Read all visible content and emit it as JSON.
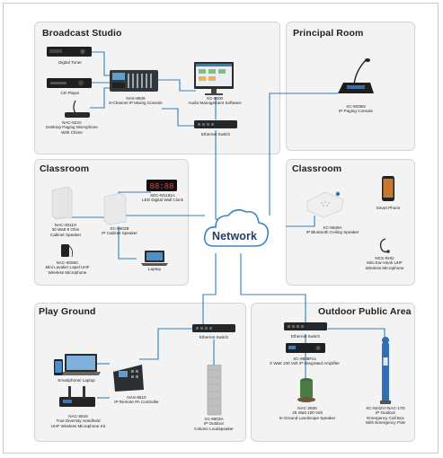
{
  "panels": {
    "broadcast_studio": "Broadcast Studio",
    "principal_room": "Principal Room",
    "classroom_left": "Classroom",
    "classroom_right": "Classroom",
    "play_ground": "Play Ground",
    "outdoor": "Outdoor Public Area"
  },
  "network_label": "Network",
  "devices": {
    "digital_tuner": "Digital Tuner",
    "cd_player": "CD Player",
    "nac_522a": [
      "NAC-522A",
      "Desktop Paging Microphone",
      "With Chime"
    ],
    "nas_8509": [
      "NAS-8509",
      "8-Channel IP Mixing Console"
    ],
    "xc_9000": [
      "XC-9000",
      "Audio Management Software"
    ],
    "ethernet_switch_top": "Ethernet Switch",
    "xc_9036n": [
      "XC-9036N",
      "IP Paging Console"
    ],
    "sec_m1181a": [
      "SEC-M1181A",
      "LED Digital Wall Clock"
    ],
    "nac_3011": [
      "NAC-3011H",
      "30 Watt 8 Ohm",
      "Cabinet Speaker"
    ],
    "xc_9602b": [
      "XC-9602B",
      "IP Cabinet Speaker"
    ],
    "nac_5059c": [
      "NAC-5059C",
      "Mini Lavalier Lapel UHF",
      "Wireless Microphone"
    ],
    "laptop": "Laptop",
    "xc_9636a": [
      "XC-9636A",
      "IP Bluetooth Ceiling Speaker"
    ],
    "smart_phone": "Smart Phone",
    "ncs_rhd": [
      "NCS-RHD",
      "Mini Ear-Hook UHF",
      "Wireless Microphone"
    ],
    "ethernet_switch_play": "Ethernet Switch",
    "smartphone_laptop": "Smartphone/ Laptop",
    "nac_5919": [
      "NAC-5919",
      "True Diversity Handheld",
      "UHF Wireless Microphone Kit"
    ],
    "nas_8510": [
      "NAS-8510",
      "IP Remote PA Controller"
    ],
    "xc_9603a": [
      "XC-9603A",
      "IP Outdoor",
      "Column Loudspeaker"
    ],
    "ethernet_switch_outdoor": "Ethernet Switch",
    "xc_9508fxx": [
      "XC-9508Fxx",
      "X Watt 100 Volt IP Integrated Amplifier"
    ],
    "nac_2606": [
      "NAC-2606",
      "25 Watt 100 Volt",
      "In-Ground Landscape Speaker"
    ],
    "xc_9242v": [
      "XC-9242V+NAC-17D",
      "IP Outdoor",
      "Emergency Call Box",
      "With Emergency Pole"
    ]
  },
  "colors": {
    "line": "#2f7fc0",
    "panel": "#f3f3f3",
    "cloud_stroke": "#3a86c8"
  }
}
